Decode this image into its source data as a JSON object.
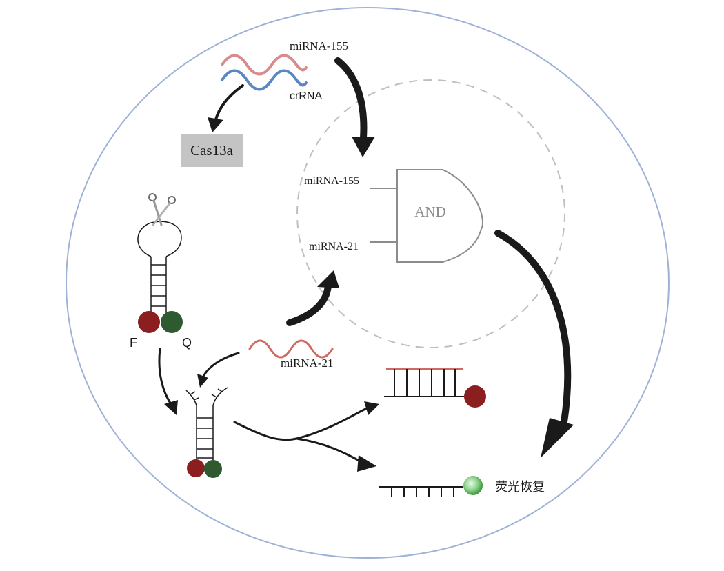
{
  "labels": {
    "mirna155_top": "miRNA-155",
    "crrna": "crRNA",
    "cas13a": "Cas13a",
    "gate_input_155": "miRNA-155",
    "gate_input_21": "miRNA-21",
    "gate": "AND",
    "fluor_F": "F",
    "quench_Q": "Q",
    "mirna21_free": "miRNA-21",
    "fluorescence_recovery": "荧光恢复"
  },
  "colors": {
    "mirna_red": "#d98a8a",
    "crrna_blue": "#5b86c4",
    "mirna21_red": "#cf6a62",
    "fluorophore": "#8b1e1e",
    "quencher": "#2f5a2f",
    "cell_border": "#9fb2d6",
    "dashed_region": "#bfbfbf",
    "arrow": "#1a1a1a",
    "gate_stroke": "#8c8c8c",
    "cas_box": "#c4c4c4",
    "recovered_fluor": "#6fc36f"
  }
}
